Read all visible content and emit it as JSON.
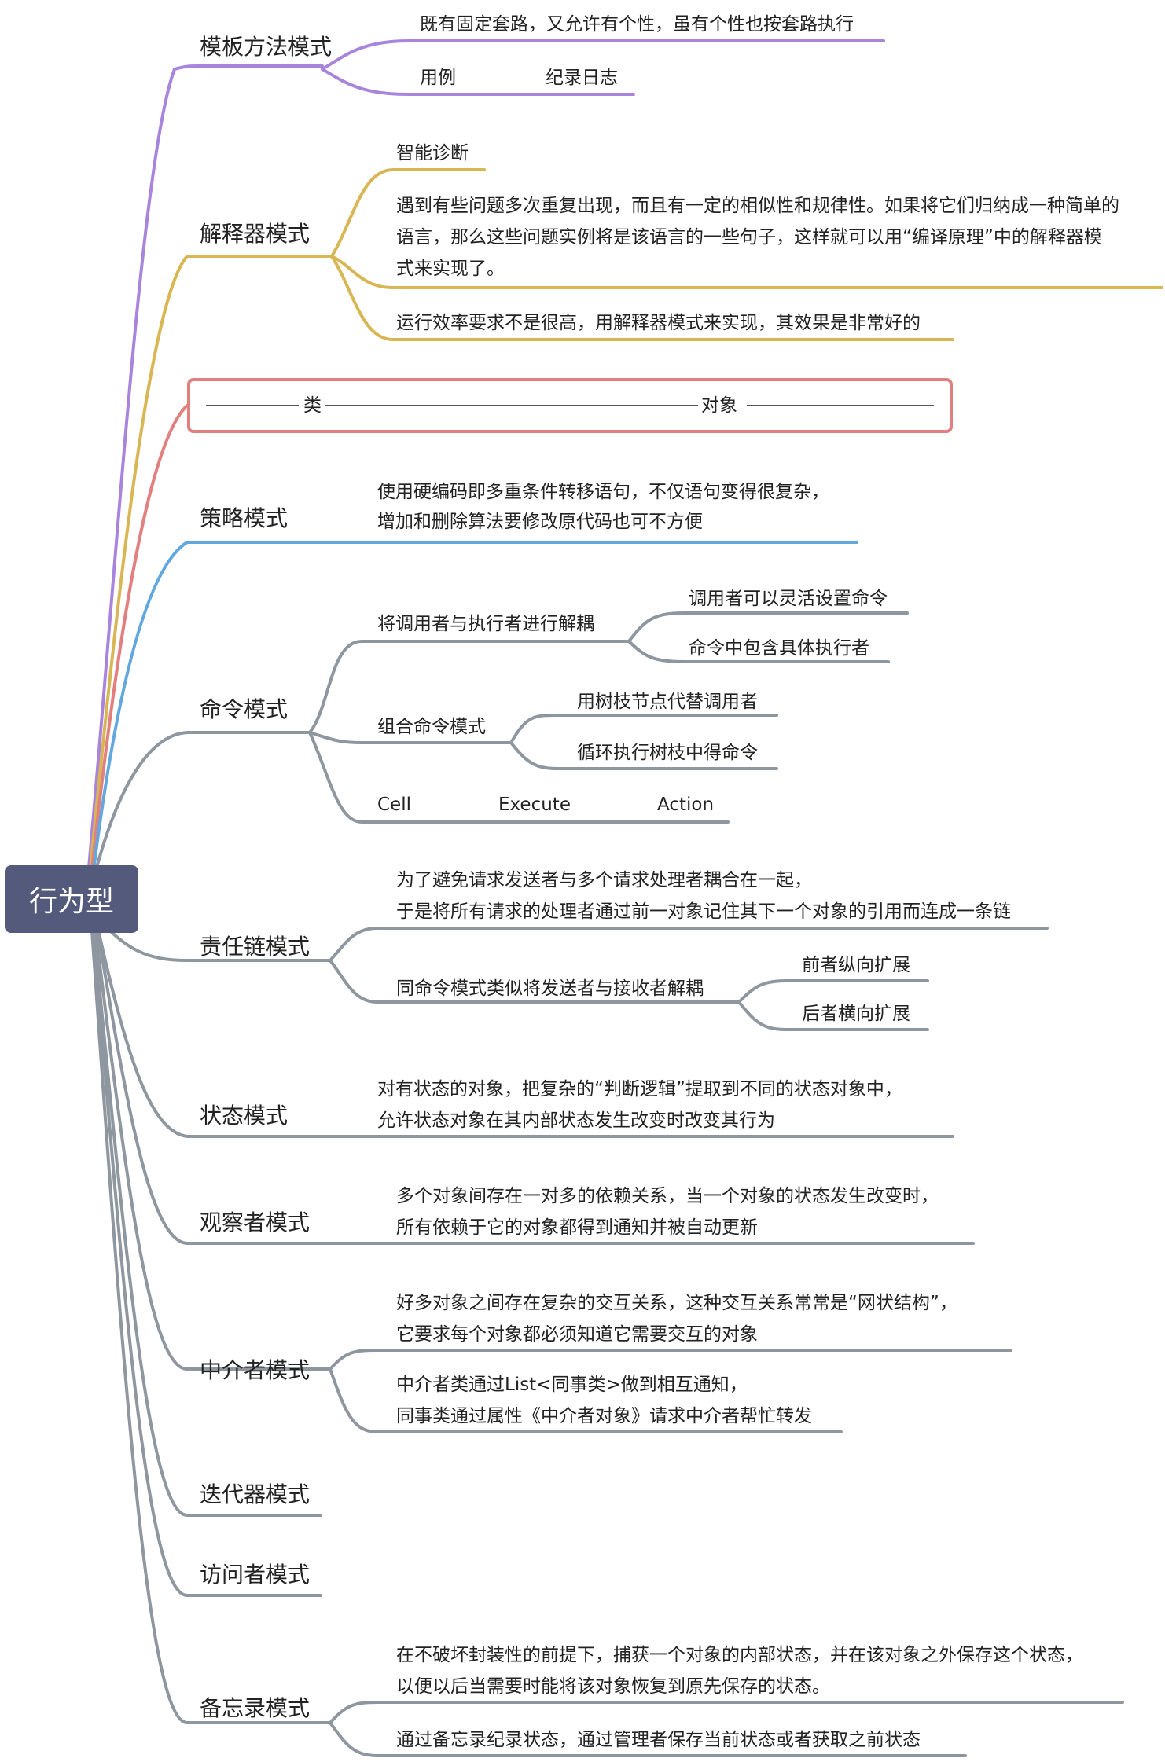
{
  "root": {
    "label": "行为型"
  },
  "branches": {
    "template": {
      "title": "模板方法模式",
      "desc": "既有固定套路，又允许有个性，虽有个性也按套路执行",
      "example_label": "用例",
      "example_value": "纪录日志"
    },
    "interpreter": {
      "title": "解释器模式",
      "item1": "智能诊断",
      "item2_line1": "遇到有些问题多次重复出现，而且有一定的相似性和规律性。如果将它们归纳成一种简单的",
      "item2_line2": "语言，那么这些问题实例将是该语言的一些句子，这样就可以用“编译原理”中的解释器模",
      "item2_line3": "式来实现了。",
      "item3": "运行效率要求不是很高，用解释器模式来实现，其效果是非常好的"
    },
    "separator": {
      "left": "类",
      "right": "对象"
    },
    "strategy": {
      "title": "策略模式",
      "line1": "使用硬编码即多重条件转移语句，不仅语句变得很复杂，",
      "line2": "增加和删除算法要修改原代码也可不方便"
    },
    "command": {
      "title": "命令模式",
      "decouple": "将调用者与执行者进行解耦",
      "decouple_a": "调用者可以灵活设置命令",
      "decouple_b": "命令中包含具体执行者",
      "composite": "组合命令模式",
      "composite_a": "用树枝节点代替调用者",
      "composite_b": "循环执行树枝中得命令",
      "chain": [
        "Cell",
        "Execute",
        "Action"
      ]
    },
    "chain_of_resp": {
      "title": "责任链模式",
      "line1": "为了避免请求发送者与多个请求处理者耦合在一起，",
      "line2": "于是将所有请求的处理者通过前一对象记住其下一个对象的引用而连成一条链",
      "similar": "同命令模式类似将发送者与接收者解耦",
      "ext_a": "前者纵向扩展",
      "ext_b": "后者横向扩展"
    },
    "state": {
      "title": "状态模式",
      "line1": "对有状态的对象，把复杂的“判断逻辑”提取到不同的状态对象中，",
      "line2": "允许状态对象在其内部状态发生改变时改变其行为"
    },
    "observer": {
      "title": "观察者模式",
      "line1": "多个对象间存在一对多的依赖关系，当一个对象的状态发生改变时，",
      "line2": "所有依赖于它的对象都得到通知并被自动更新"
    },
    "mediator": {
      "title": "中介者模式",
      "line1": "好多对象之间存在复杂的交互关系，这种交互关系常常是“网状结构”，",
      "line2": "它要求每个对象都必须知道它需要交互的对象",
      "line3": "中介者类通过List<同事类>做到相互通知，",
      "line4": "同事类通过属性《中介者对象》请求中介者帮忙转发"
    },
    "iterator": {
      "title": "迭代器模式"
    },
    "visitor": {
      "title": "访问者模式"
    },
    "memento": {
      "title": "备忘录模式",
      "line1": "在不破坏封装性的前提下，捕获一个对象的内部状态，并在该对象之外保存这个状态，",
      "line2": "以便以后当需要时能将该对象恢复到原先保存的状态。",
      "line3": "通过备忘录纪录状态，通过管理者保存当前状态或者获取之前状态"
    }
  },
  "colors": {
    "root_bg": "#535a7c",
    "template": "#a884dc",
    "interpreter": "#d9b654",
    "separator": "#e28080",
    "strategy": "#62a8df",
    "rest": "#8e969f"
  }
}
